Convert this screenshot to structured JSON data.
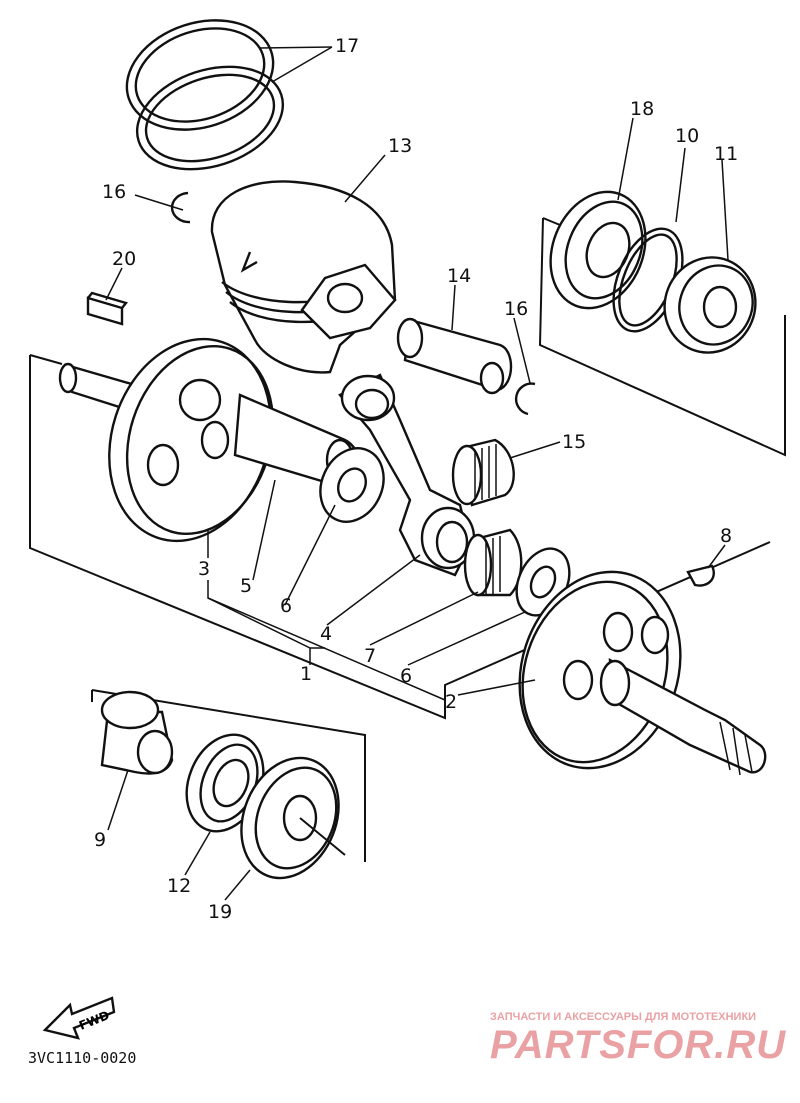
{
  "diagram": {
    "drawing_code": "3VC1110-0020",
    "fwd_label": "FWD",
    "watermark": {
      "tagline": "ЗАПЧАСТИ И АКСЕССУАРЫ ДЛЯ МОТОТЕХНИКИ",
      "brand": "PARTSFOR.RU",
      "color": "#e9a1a4"
    },
    "part_labels": {
      "p1": "1",
      "p2": "2",
      "p3": "3",
      "p4": "4",
      "p5": "5",
      "p6a": "6",
      "p6b": "6",
      "p7": "7",
      "p8": "8",
      "p9": "9",
      "p10": "10",
      "p11": "11",
      "p12": "12",
      "p13": "13",
      "p14": "14",
      "p15": "15",
      "p16a": "16",
      "p16b": "16",
      "p17": "17",
      "p18": "18",
      "p19": "19",
      "p20": "20"
    }
  }
}
